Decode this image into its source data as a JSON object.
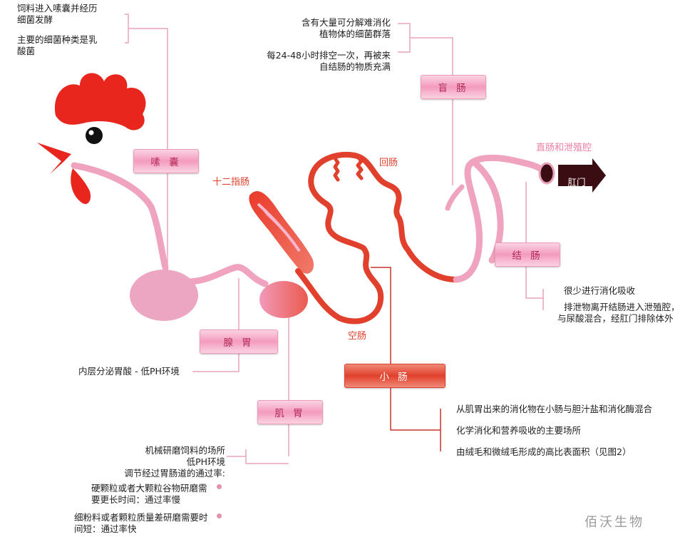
{
  "labels": {
    "crop": "嗉 囊",
    "duodenum": "十二指肠",
    "ileum": "回肠",
    "jejunum": "空肠",
    "cecum": "盲 肠",
    "cloaca": "直肠和泄殖腔",
    "anus": "肛门",
    "colon": "结 肠",
    "proventriculus": "腺 胃",
    "gizzard": "肌 胃",
    "small_intestine": "小 肠"
  },
  "notes": {
    "crop_1": "饲料进入嗉囊并经历",
    "crop_2": "细菌发酵",
    "crop_3": "主要的细菌种类是乳",
    "crop_4": "酸菌",
    "cecum_1": "含有大量可分解难消化",
    "cecum_2": "植物体的细菌群落",
    "cecum_3": "每24-48小时排空一次，再被来",
    "cecum_4": "自结肠的物质充满",
    "colon_1": "很少进行消化吸收",
    "colon_2": "排泄物离开结肠进入泄殖腔，",
    "colon_3": "与尿酸混合，经肛门排除体外",
    "proventriculus_1": "内层分泌胃酸 - 低PH环境",
    "si_1": "从肌胃出来的消化物在小肠与胆汁盐和消化酶混合",
    "si_2": "化学消化和营养吸收的主要场所",
    "si_3": "由绒毛和微绒毛形成的高比表面积（见图2）",
    "gizzard_1": "机械研磨饲料的场所",
    "gizzard_2": "低PH环境",
    "gizzard_3": "调节经过胃肠道的通过率:",
    "gizzard_4": "硬颗粒或者大颗粒谷物研磨需",
    "gizzard_5": "要更长时间：通过率慢",
    "gizzard_6": "细粉料或者颗粒质量差研磨需要时",
    "gizzard_7": "间短：通过率快"
  },
  "watermark": "佰沃生物",
  "colors": {
    "tract_pink": "#f0a3bf",
    "intestine_red": "#e0402c",
    "comb_red": "#e8261e",
    "connector": "#e9a3bb",
    "anus_fill": "#3a0d12"
  }
}
